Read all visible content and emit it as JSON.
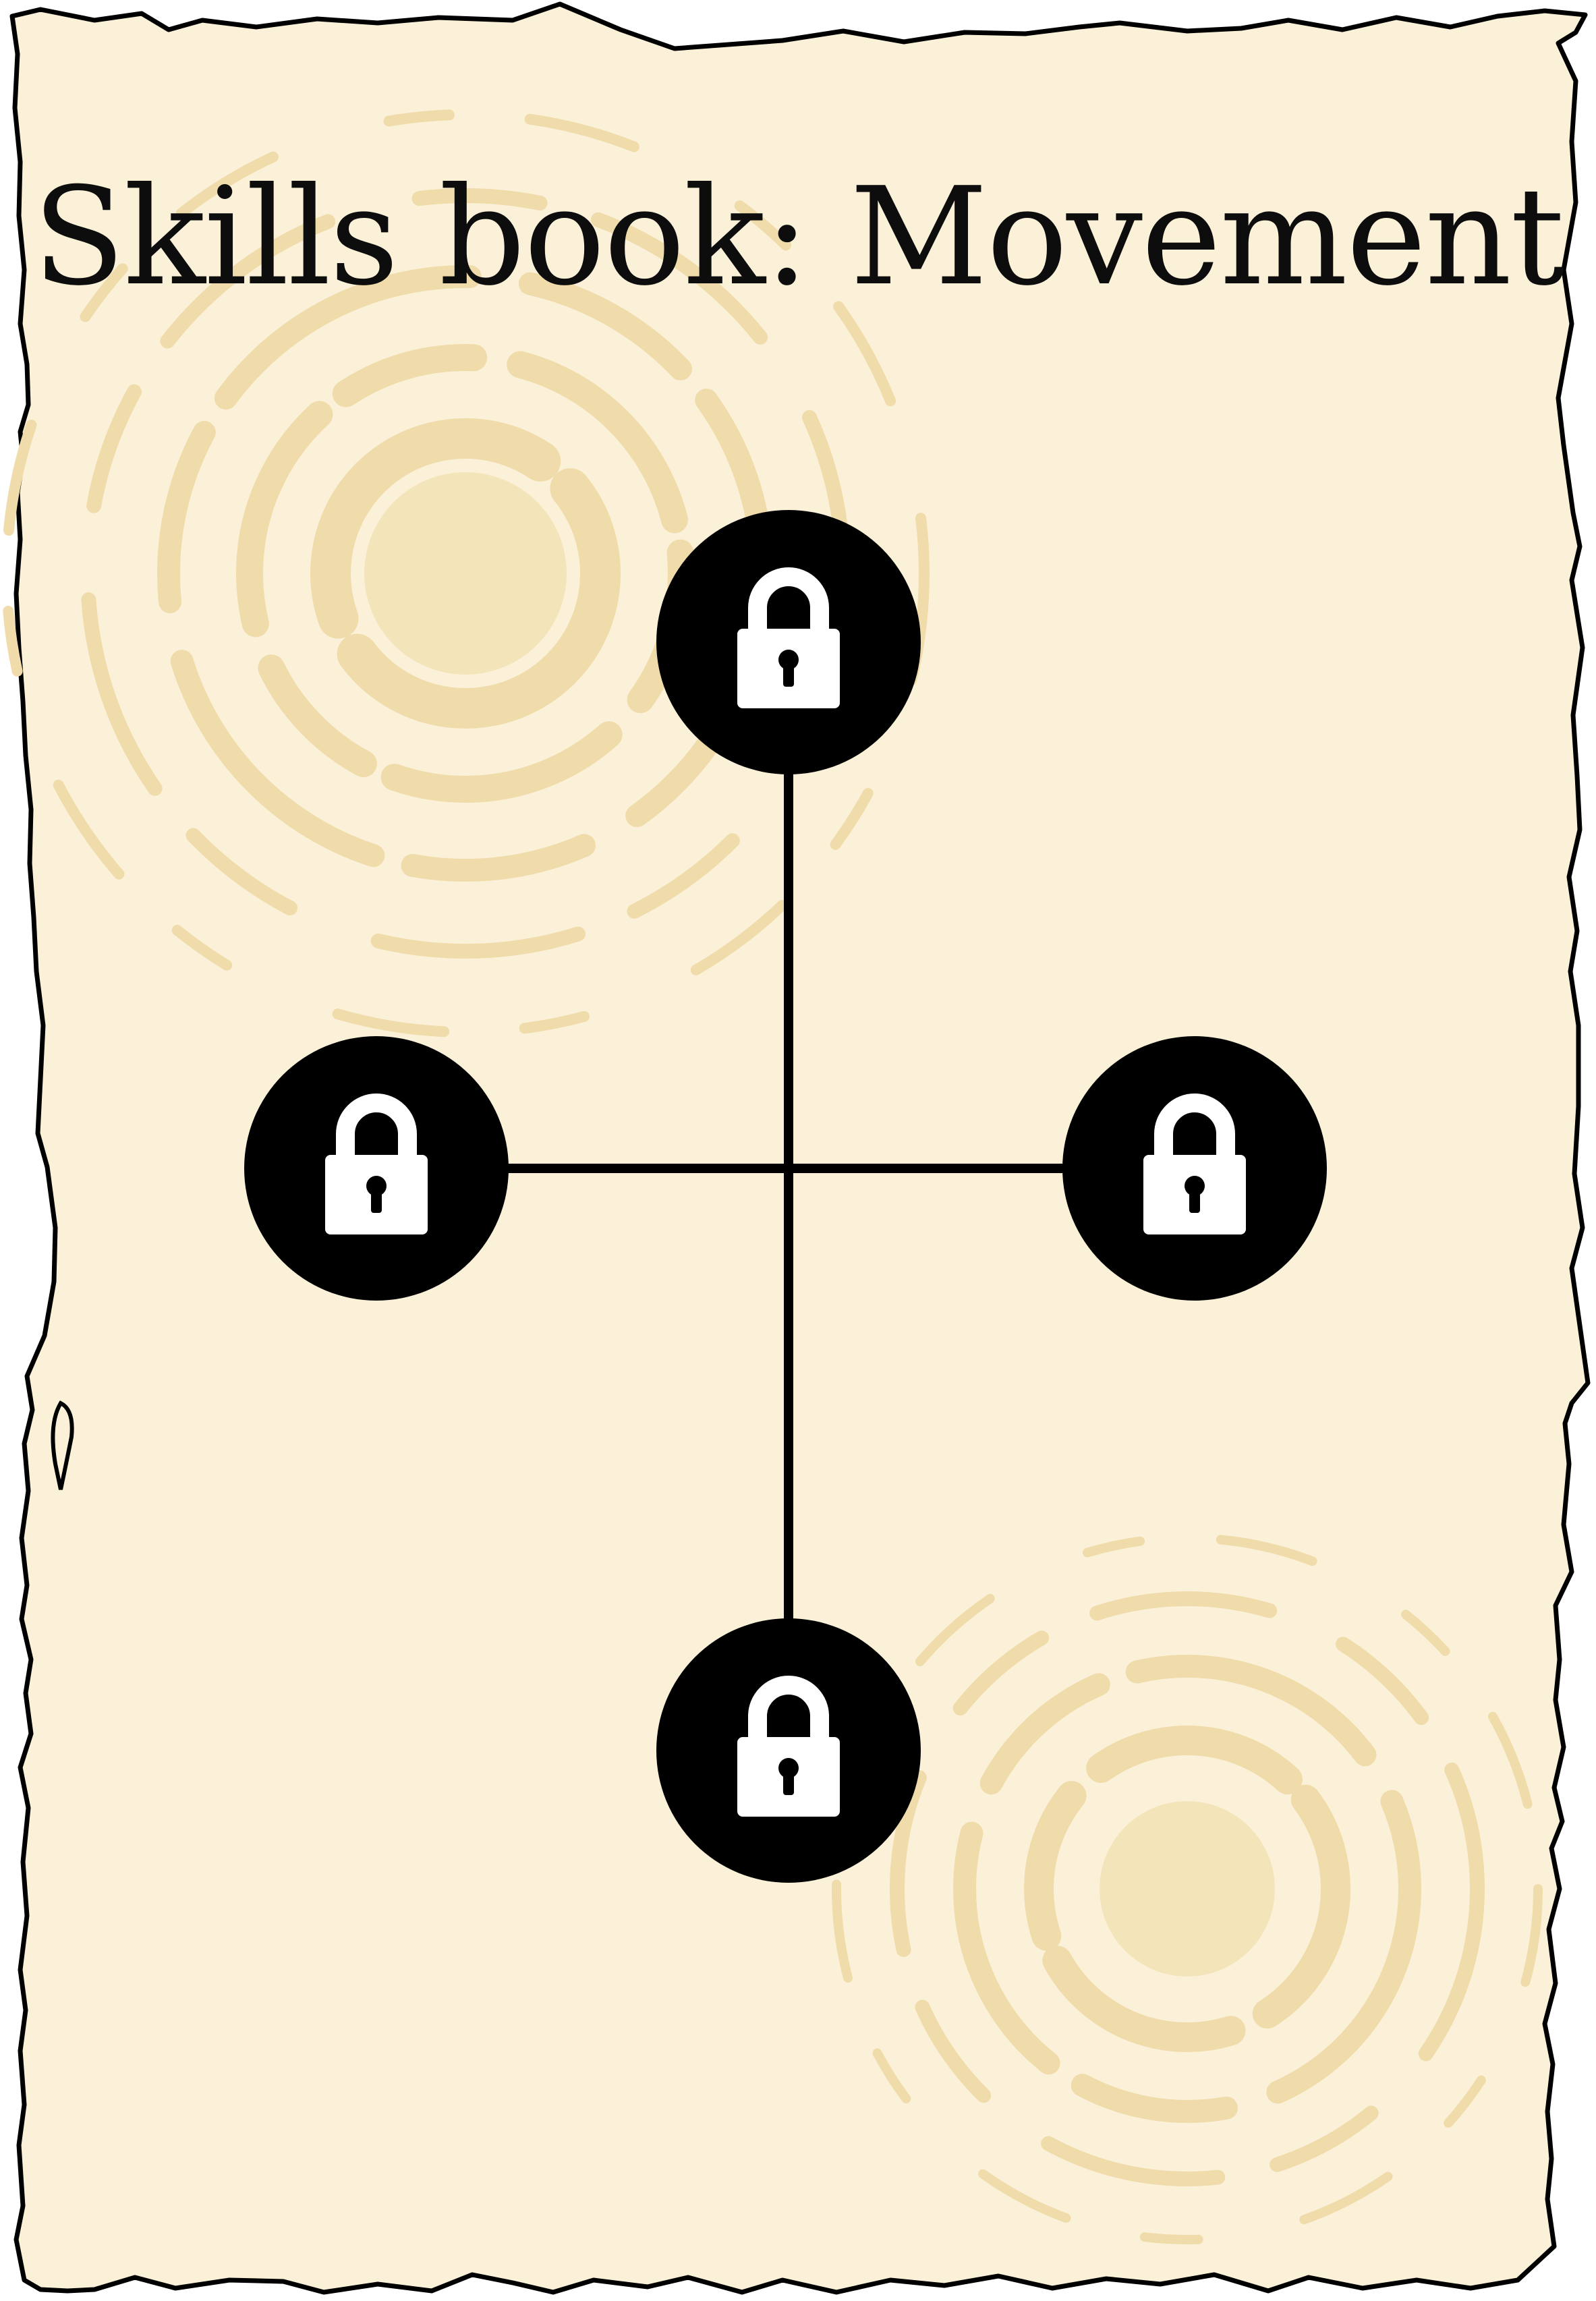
{
  "page": {
    "title": "Skills book: Movement"
  },
  "colors": {
    "parchment": "#fbf1d8",
    "parchment_stain": "#efdcaa",
    "ink": "#000000",
    "lock": "#ffffff"
  },
  "skill_tree": {
    "center_link": "cross-connector",
    "nodes": [
      {
        "id": "top",
        "state": "locked",
        "icon": "padlock-icon"
      },
      {
        "id": "left",
        "state": "locked",
        "icon": "padlock-icon"
      },
      {
        "id": "right",
        "state": "locked",
        "icon": "padlock-icon"
      },
      {
        "id": "bottom",
        "state": "locked",
        "icon": "padlock-icon"
      }
    ]
  }
}
